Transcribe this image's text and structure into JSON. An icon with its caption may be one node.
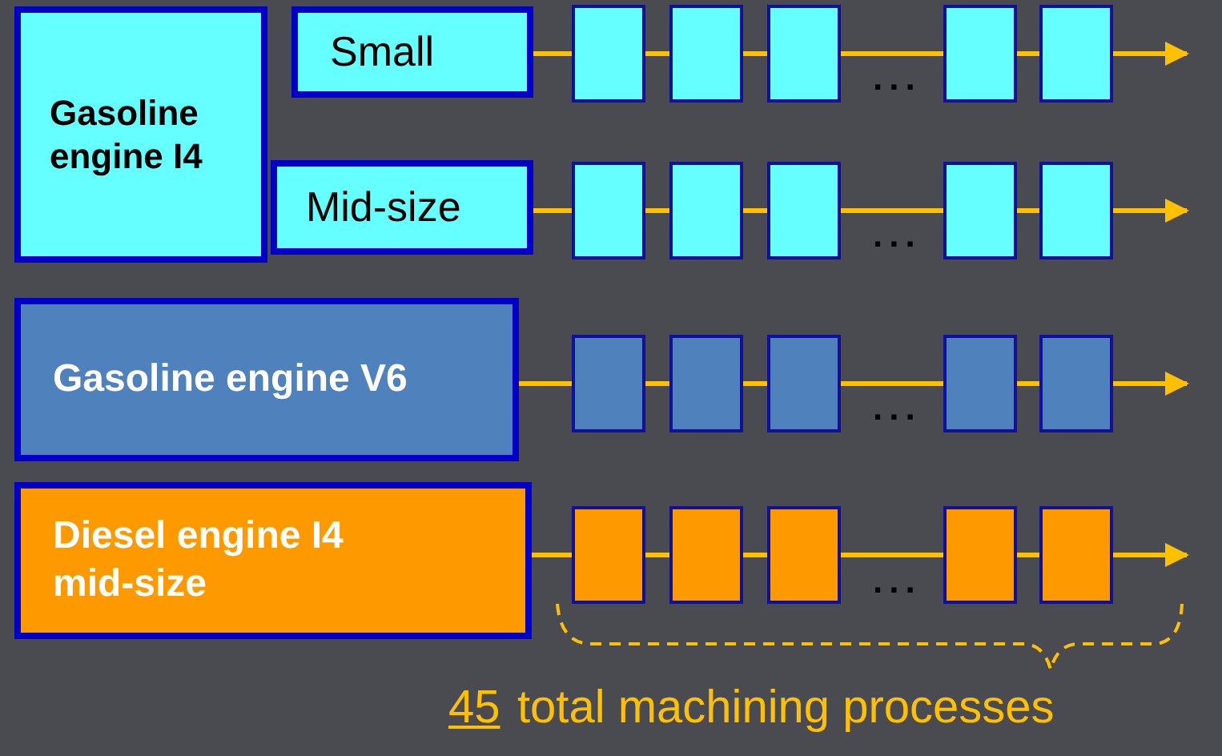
{
  "diagram": {
    "nodes": [
      {
        "text": [
          "Gasoline engine I4"
        ]
      },
      {
        "text": [
          "Small"
        ]
      },
      {
        "text": [
          "Mid-size"
        ]
      },
      {
        "text": [
          "Gasoline engine V6"
        ]
      },
      {
        "text": [
          "Diesel engine I4 mid-size"
        ]
      },
      {
        "text": [],
        "shape": "box"
      },
      {
        "text": [],
        "shape": "box"
      },
      {
        "text": [],
        "shape": "box"
      },
      {
        "text": [],
        "shape": "box"
      },
      {
        "text": [],
        "shape": "box"
      },
      {
        "text": [],
        "shape": "box"
      },
      {
        "text": [],
        "shape": "box"
      },
      {
        "text": [],
        "shape": "box"
      },
      {
        "text": [],
        "shape": "box"
      },
      {
        "text": [],
        "shape": "box"
      },
      {
        "text": [],
        "shape": "box"
      },
      {
        "text": [],
        "shape": "box"
      },
      {
        "text": [],
        "shape": "box"
      },
      {
        "text": [],
        "shape": "box"
      },
      {
        "text": [],
        "shape": "box"
      },
      {
        "text": [],
        "shape": "box"
      },
      {
        "text": [],
        "shape": "box"
      },
      {
        "text": [],
        "shape": "box"
      },
      {
        "text": [],
        "shape": "box"
      },
      {
        "text": [],
        "shape": "box"
      }
    ],
    "edges": [
      {
        "from": 1,
        "to": 5,
        "arrow": "none"
      },
      {
        "from": 5,
        "to": 6,
        "arrow": "none"
      },
      {
        "from": 6,
        "to": 7,
        "arrow": "none"
      },
      {
        "from": 7,
        "to": 8,
        "arrow": "none"
      },
      {
        "from": 8,
        "to": 9,
        "arrow": "none"
      },
      {
        "from": 9,
        "to": null,
        "arrow": "to"
      },
      {
        "from": 2,
        "to": 10,
        "arrow": "none"
      },
      {
        "from": 10,
        "to": 11,
        "arrow": "none"
      },
      {
        "from": 11,
        "to": 12,
        "arrow": "none"
      },
      {
        "from": 12,
        "to": 13,
        "arrow": "none"
      },
      {
        "from": 13,
        "to": 14,
        "arrow": "none"
      },
      {
        "from": 14,
        "to": null,
        "arrow": "to"
      },
      {
        "from": 3,
        "to": 15,
        "arrow": "none"
      },
      {
        "from": 15,
        "to": 16,
        "arrow": "none"
      },
      {
        "from": 16,
        "to": 17,
        "arrow": "none"
      },
      {
        "from": 17,
        "to": 18,
        "arrow": "none"
      },
      {
        "from": 18,
        "to": 19,
        "arrow": "none"
      },
      {
        "from": 19,
        "to": null,
        "arrow": "to"
      },
      {
        "from": 4,
        "to": 20,
        "arrow": "none"
      },
      {
        "from": 20,
        "to": 21,
        "arrow": "none"
      },
      {
        "from": 21,
        "to": 22,
        "arrow": "none"
      },
      {
        "from": 22,
        "to": 23,
        "arrow": "none"
      },
      {
        "from": 23,
        "to": 24,
        "arrow": "none"
      },
      {
        "from": 24,
        "to": null,
        "arrow": "to"
      }
    ],
    "labels": [
      "...",
      "...",
      "...",
      "...",
      "45",
      "total machining processes"
    ]
  }
}
